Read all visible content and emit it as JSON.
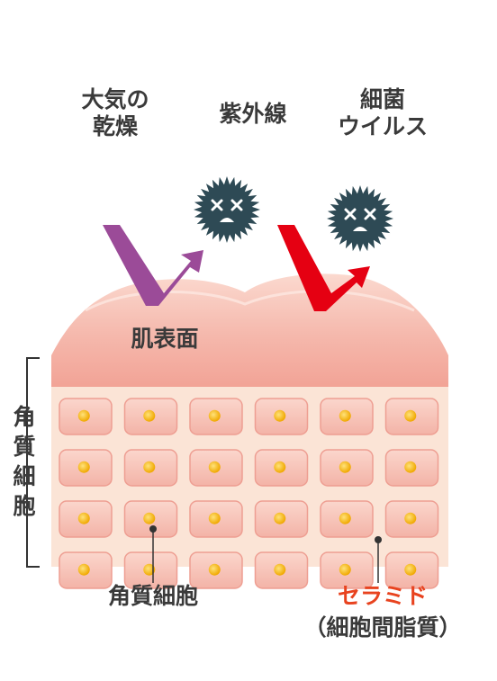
{
  "labels": {
    "dryness_line1": "大気の",
    "dryness_line2": "乾燥",
    "uv": "紫外線",
    "bacteria_line1": "細菌",
    "bacteria_line2": "ウイルス",
    "skin_surface": "肌表面",
    "stratum_vertical": [
      "角",
      "質",
      "細",
      "胞"
    ],
    "corneocyte": "角質細胞",
    "ceramide": "セラミド",
    "ceramide_sub": "（細胞間脂質）"
  },
  "colors": {
    "purple_arrow": "#9b4b98",
    "red_arrow": "#e50012",
    "germ": "#2e4a55",
    "ceramide_text": "#e8431f",
    "surface": "#f3b1a6",
    "cell": "#f6c7bd",
    "background_layer": "#fbe4d6",
    "nucleus": "#f2b000"
  },
  "icons": [
    "germ-icon",
    "germ-icon"
  ],
  "grid": {
    "rows": 4,
    "cols": 6
  }
}
